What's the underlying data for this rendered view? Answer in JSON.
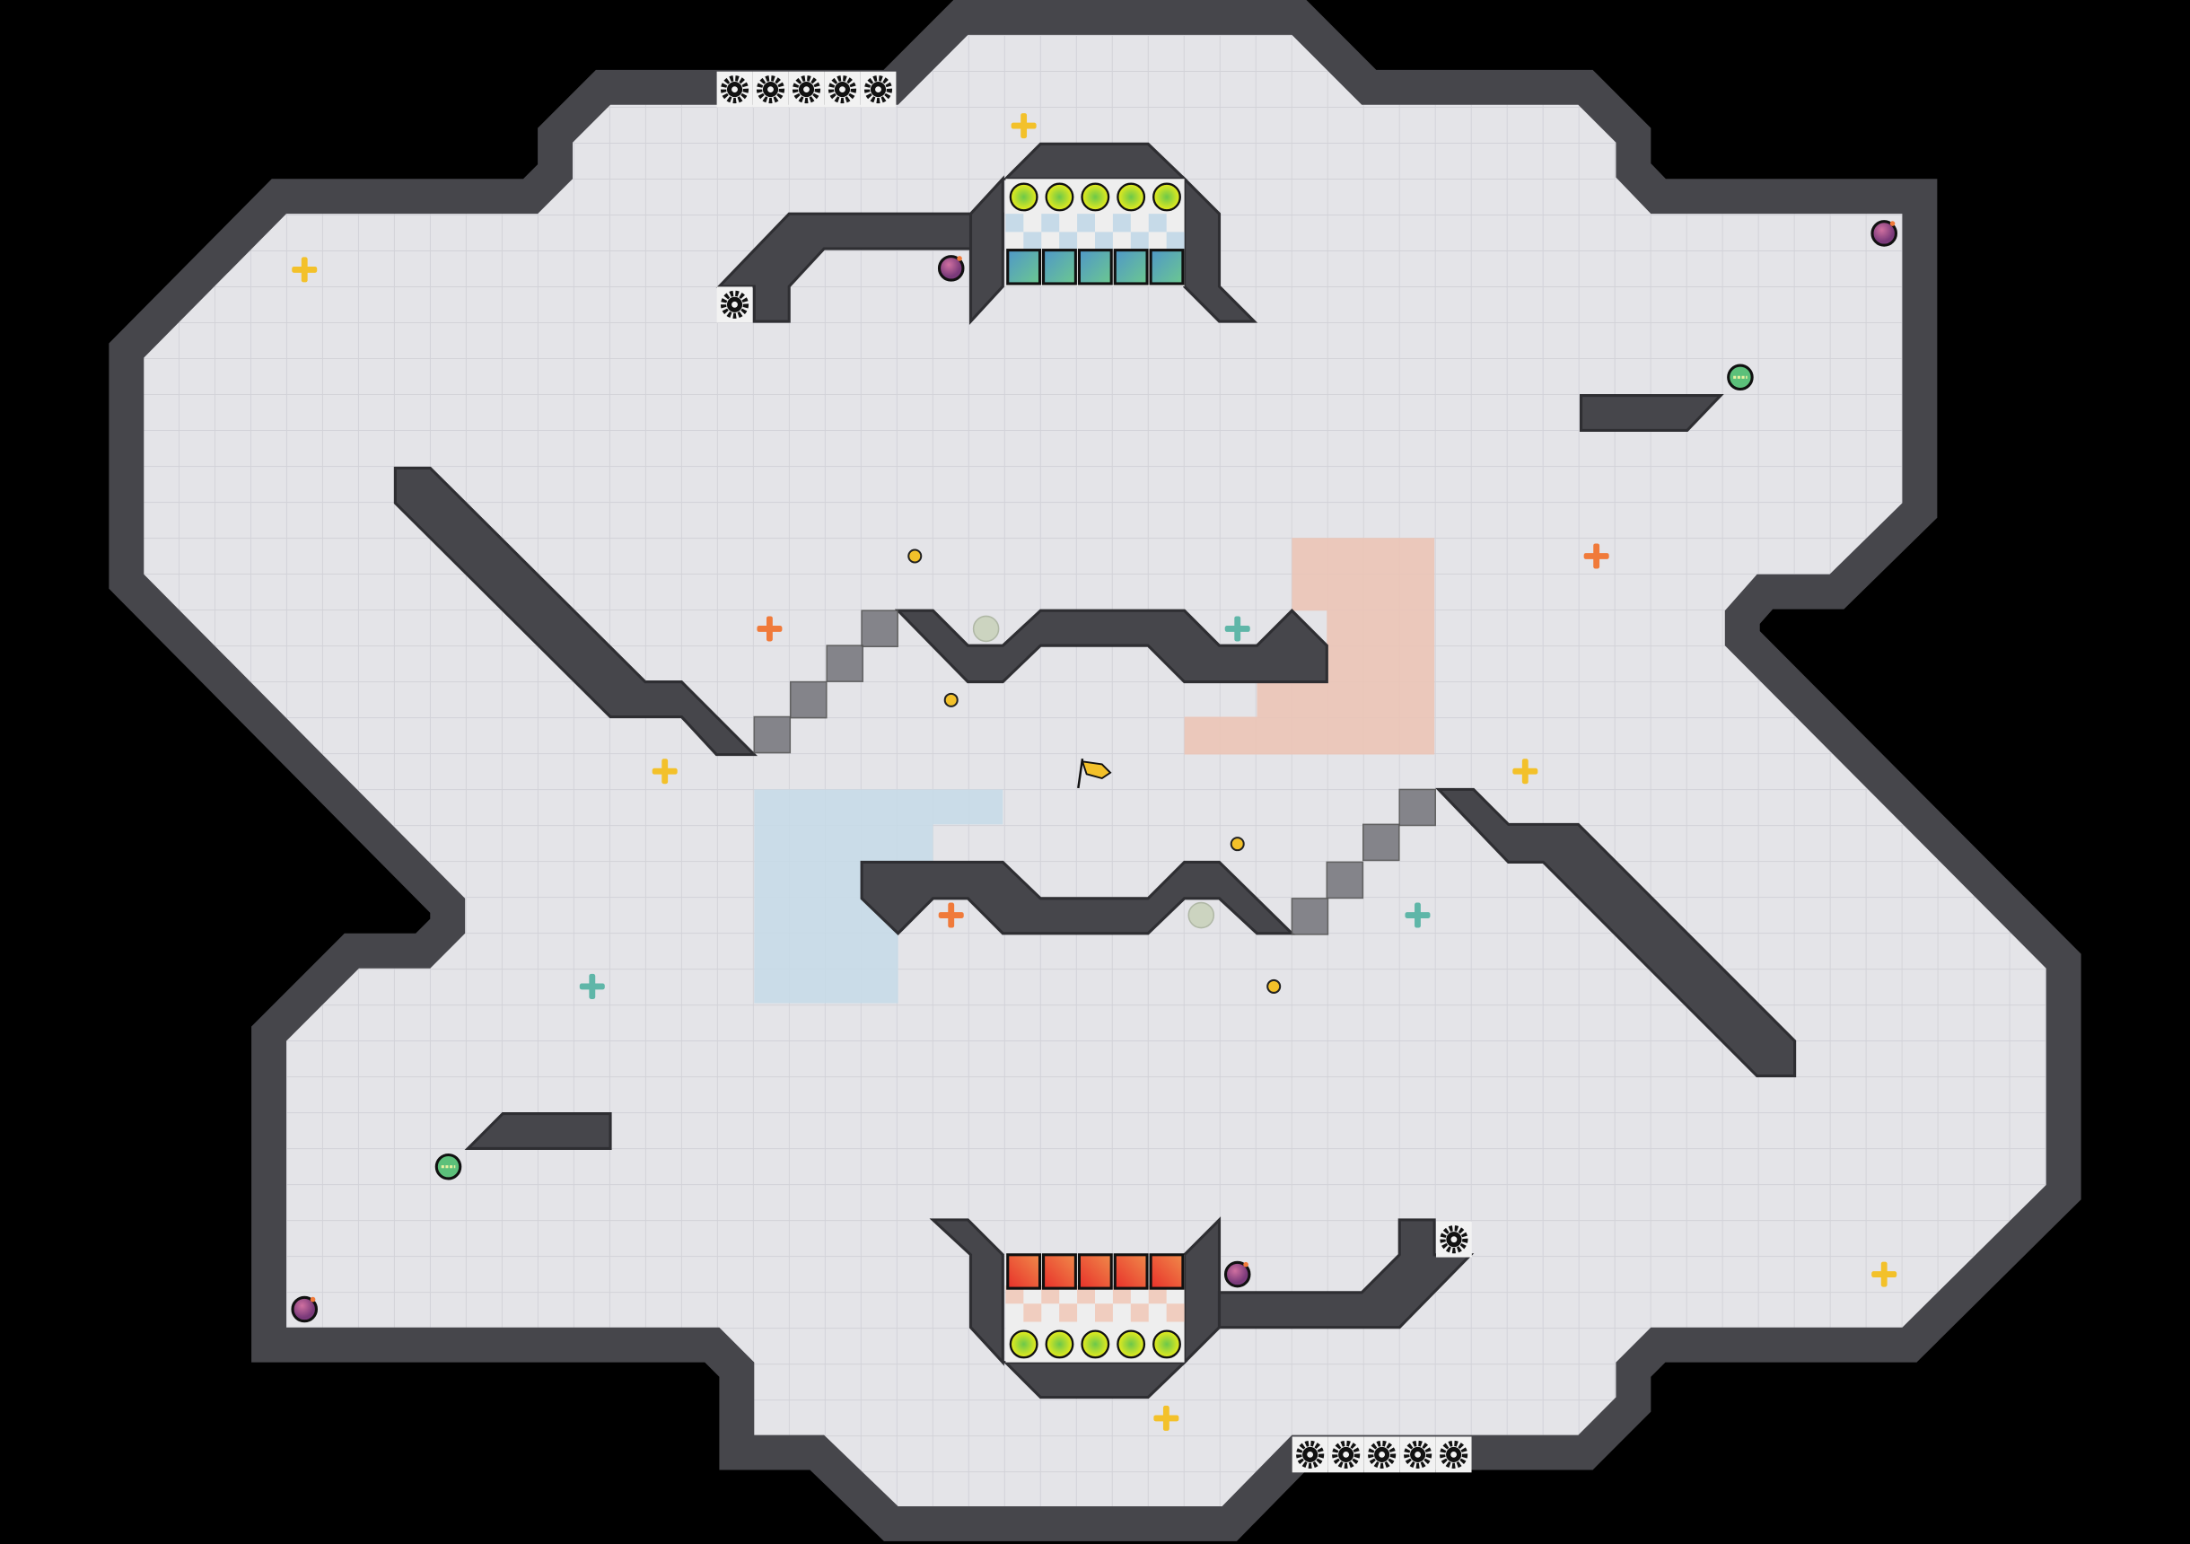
{
  "level": {
    "palette": {
      "background": "#000000",
      "wall": "#46464b",
      "wall_edge": "#2e2e32",
      "floor": "#e4e4e8",
      "grid_line": "#d2d2d8",
      "blue_zone": "#c6dae8",
      "salmon_zone": "#ebc4b6",
      "mesh_block": "#7a7a80",
      "gold": "#f3c12a",
      "orange": "#f07a3a",
      "teal": "#5fb6a8",
      "mine_purple": "#8e4a8a",
      "drone_green": "#5cc07a",
      "switch_yellow": "#e4ea20",
      "door_blue": "#5aa0c4",
      "door_red": "#e23a2a",
      "gear": "#111111"
    },
    "entities": {
      "gold_crosses": 6,
      "orange_crosses": 3,
      "teal_crosses": 3,
      "mines": 4,
      "drones": 2,
      "gold_pellets": 4,
      "spawn_flag": 1,
      "gears": 12
    }
  }
}
